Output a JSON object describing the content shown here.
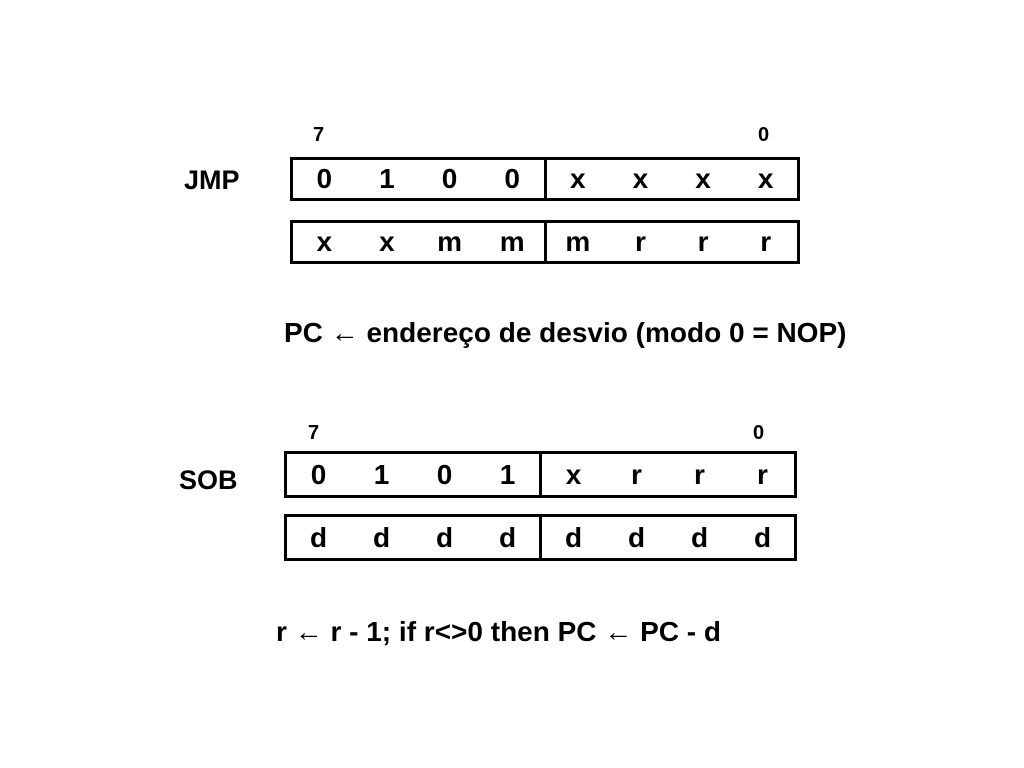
{
  "jmp": {
    "label": "JMP",
    "bit_high": "7",
    "bit_low": "0",
    "row1": [
      "0",
      "1",
      "0",
      "0",
      "x",
      "x",
      "x",
      "x"
    ],
    "row2": [
      "x",
      "x",
      "m",
      "m",
      "m",
      "r",
      "r",
      "r"
    ],
    "description": "PC ← endereço de desvio (modo 0 = NOP)"
  },
  "sob": {
    "label": "SOB",
    "bit_high": "7",
    "bit_low": "0",
    "row1": [
      "0",
      "1",
      "0",
      "1",
      "x",
      "r",
      "r",
      "r"
    ],
    "row2": [
      "d",
      "d",
      "d",
      "d",
      "d",
      "d",
      "d",
      "d"
    ],
    "description": "r ← r - 1; if r<>0 then PC ← PC - d"
  }
}
